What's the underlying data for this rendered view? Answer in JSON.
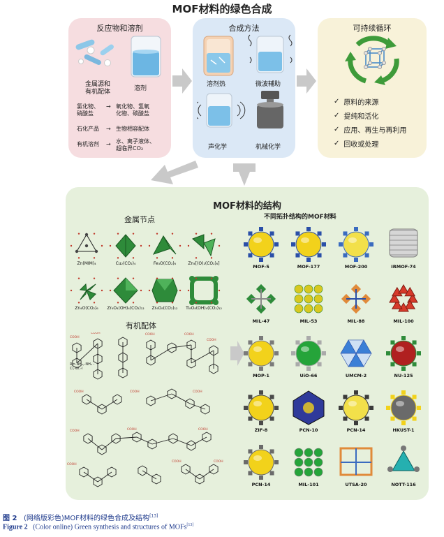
{
  "title": "MOF材料的绿色合成",
  "reactants": {
    "title": "反应物和溶剂",
    "metal_label_1": "金属源和",
    "metal_label_2": "有机配体",
    "solvent_label": "溶剂",
    "rows": [
      {
        "left_1": "氯化物、",
        "left_2": "硝酸盐",
        "right_1": "氧化物、氢氧",
        "right_2": "化物、碳酸盐"
      },
      {
        "left_1": "石化产品",
        "left_2": "",
        "right_1": "生物相容配体",
        "right_2": ""
      },
      {
        "left_1": "有机溶剂",
        "left_2": "",
        "right_1": "水、离子液体、",
        "right_2": "超临界CO₂"
      }
    ]
  },
  "methods": {
    "title": "合成方法",
    "items": [
      "溶剂热",
      "微波辅助",
      "声化学",
      "机械化学"
    ]
  },
  "cycle": {
    "title": "可持续循环",
    "items": [
      "原料的来源",
      "提纯和活化",
      "应用、再生与再利用",
      "回收或处理"
    ]
  },
  "structure": {
    "title": "MOF材料的结构",
    "nodes_title": "金属节点",
    "ligands_title": "有机配体",
    "topology_title": "不同拓扑结构的MOF材料",
    "nodes": [
      "Zn(MIM)₄",
      "Cu₂(CO₂)₄",
      "Fe₃O(CO₂)₆",
      "Zn₄[(O)₂(CO₂)₆]",
      "Zn₄O(CO₂)₆",
      "Zr₆O₄(OH)₄(CO₂)₁₂",
      "Zr₆O₈(CO₂)₁₂",
      "Ti₈O₈(OH)₄(CO₂)₁₂"
    ],
    "substituent_label": "R=-NH₂,-NH₂\n-Cl,-Br,-I",
    "ligand_group": "COOH",
    "mofs": [
      "MOF-5",
      "MOF-177",
      "MOF-200",
      "IRMOF-74",
      "MIL-47",
      "MIL-53",
      "MIL-88",
      "MIL-100",
      "MOP-1",
      "UiO-66",
      "UMCM-2",
      "NU-125",
      "ZIF-8",
      "PCN-10",
      "PCN-14",
      "HKUST-1",
      "PCN-14",
      "MIL-101",
      "UTSA-20",
      "NOTT-116"
    ]
  },
  "caption": {
    "cn_fig": "图 2",
    "cn_text": "(网络版彩色)MOF材料的绿色合成及结构",
    "cn_ref": "[13]",
    "en_fig": "Figure 2",
    "en_text": "(Color online) Green synthesis and structures of MOFs",
    "en_ref": "[13]"
  },
  "colors": {
    "reactant_bg": "#f6dde0",
    "method_bg": "#dbe8f6",
    "cycle_bg": "#f8f2d9",
    "structure_bg": "#e6f0dc",
    "caption_blue": "#1e3a8c",
    "node_green": "#2e8b3a"
  }
}
